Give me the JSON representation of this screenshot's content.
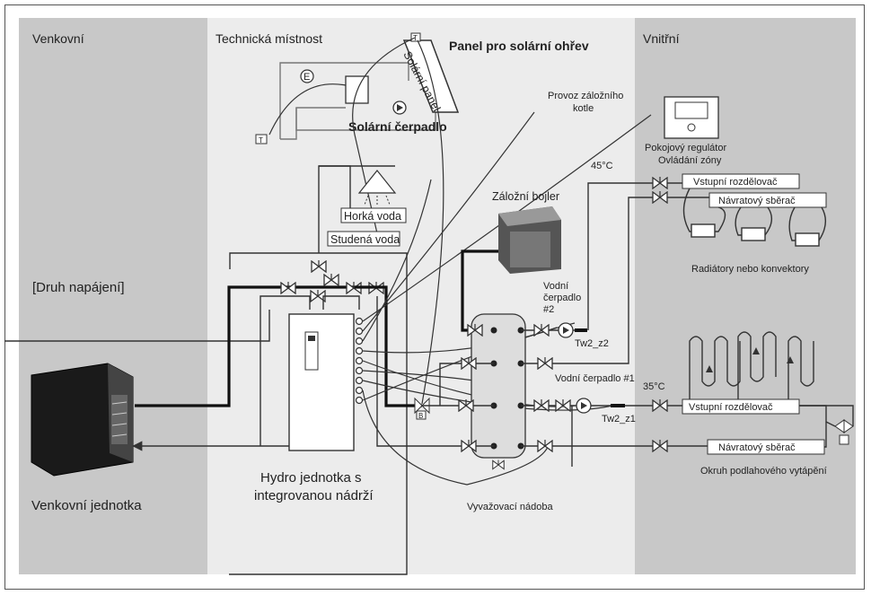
{
  "zones": {
    "outdoor": "Venkovní",
    "technical_room": "Technická místnost",
    "indoor": "Vnitřní"
  },
  "solar": {
    "section_title": "Panel pro solární ohřev",
    "panel_label": "Solární panel",
    "pump_label": "Solární čerpadlo",
    "sensor_t": "T",
    "expansion_e": "E"
  },
  "labels": {
    "backup_boiler_mode": "Provoz záložního kotle",
    "room_controller": "Pokojový regulátor",
    "zone_control": "Ovládání zóny",
    "hot_water": "Horká voda",
    "cold_water": "Studená voda",
    "backup_boiler": "Záložní bojler",
    "power_type": "[Druh napájení]",
    "temp_45": "45°C",
    "temp_35": "35°C",
    "supply_manifold_1": "Vstupní rozdělovač",
    "return_manifold_1": "Návratový sběrač",
    "radiators": "Radiátory nebo konvektory",
    "water_pump_2": "Vodní čerpadlo #2",
    "water_pump_1": "Vodní čerpadlo #1",
    "tw2_z2": "Tw2_z2",
    "tw2_z1": "Tw2_z1",
    "supply_manifold_2": "Vstupní rozdělovač",
    "return_manifold_2": "Návratový sběrač",
    "floor_heating": "Okruh podlahového vytápění",
    "hydro_unit": "Hydro jednotka s integrovanou nádrží",
    "outdoor_unit": "Venkovní jednotka",
    "buffer_tank": "Vyvažovací nádoba",
    "valve_b": "B"
  }
}
